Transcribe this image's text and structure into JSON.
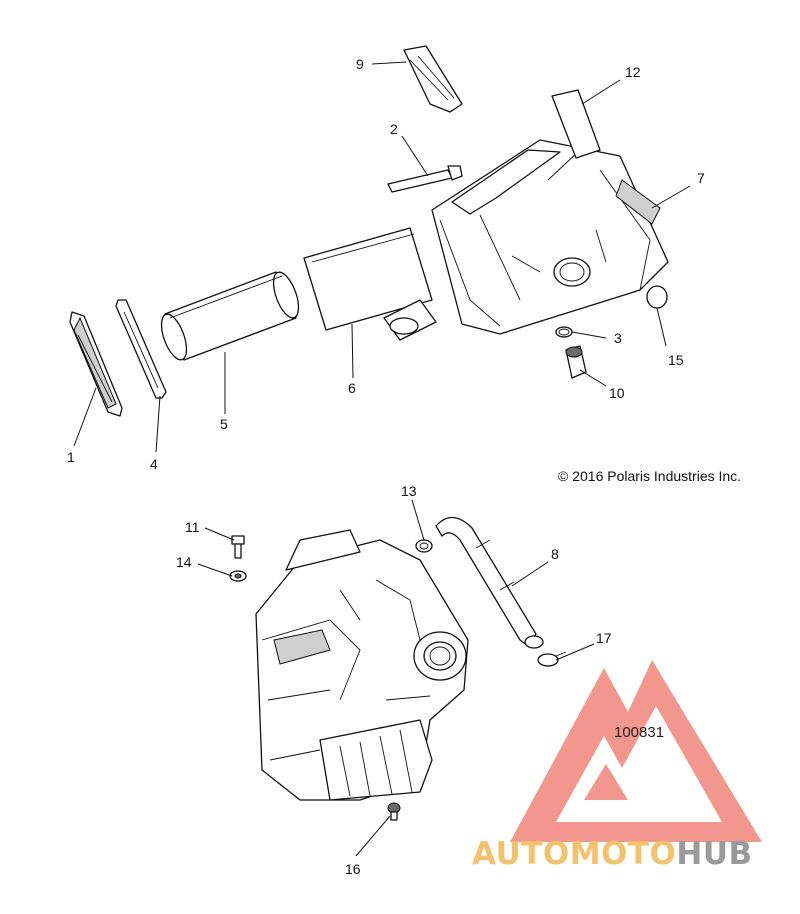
{
  "diagram": {
    "copyright": "© 2016 Polaris Industries Inc.",
    "figure_number": "100831",
    "callouts": [
      "1",
      "2",
      "3",
      "4",
      "5",
      "6",
      "7",
      "8",
      "9",
      "10",
      "11",
      "12",
      "13",
      "14",
      "15",
      "16",
      "17"
    ]
  },
  "watermark": {
    "brand_part1": "AUTOMOTO",
    "brand_part2": "HUB",
    "colors": {
      "triangle": "#f28b82",
      "brand_orange": "#f5c16a",
      "brand_grey": "#9a9a9a"
    }
  }
}
